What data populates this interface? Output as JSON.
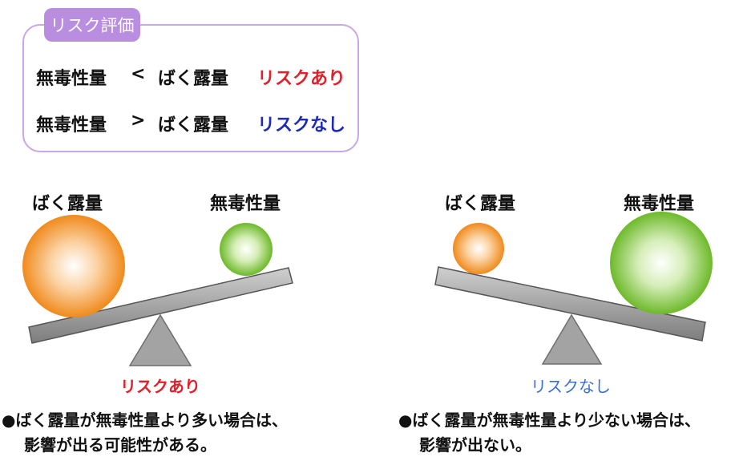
{
  "legend": {
    "title": "リスク評価",
    "rows": [
      {
        "left": "無毒性量",
        "op": "<",
        "right": "ばく露量",
        "result": "リスクあり"
      },
      {
        "left": "無毒性量",
        "op": ">",
        "right": "ばく露量",
        "result": "リスクなし"
      }
    ]
  },
  "left_scale": {
    "label_exposure": "ばく露量",
    "label_noael": "無毒性量",
    "result": "リスクあり",
    "note_line1": "●ばく露量が無毒性量より多い場合は、",
    "note_line2": "影響が出る可能性がある。"
  },
  "right_scale": {
    "label_exposure": "ばく露量",
    "label_noael": "無毒性量",
    "result": "リスクなし",
    "note_line1": "●ばく露量が無毒性量より少ない場合は、",
    "note_line2": "影響が出ない。"
  },
  "colors": {
    "legend_border": "#c9a7e6",
    "legend_tab": "#b98ee0",
    "risk": "#e0202a",
    "no_risk": "#1d2ab8",
    "exposure_ball": "#f5962e",
    "noael_ball": "#7cc33a",
    "beam": "#8c8c8c",
    "fulcrum": "#9a9a9a"
  }
}
